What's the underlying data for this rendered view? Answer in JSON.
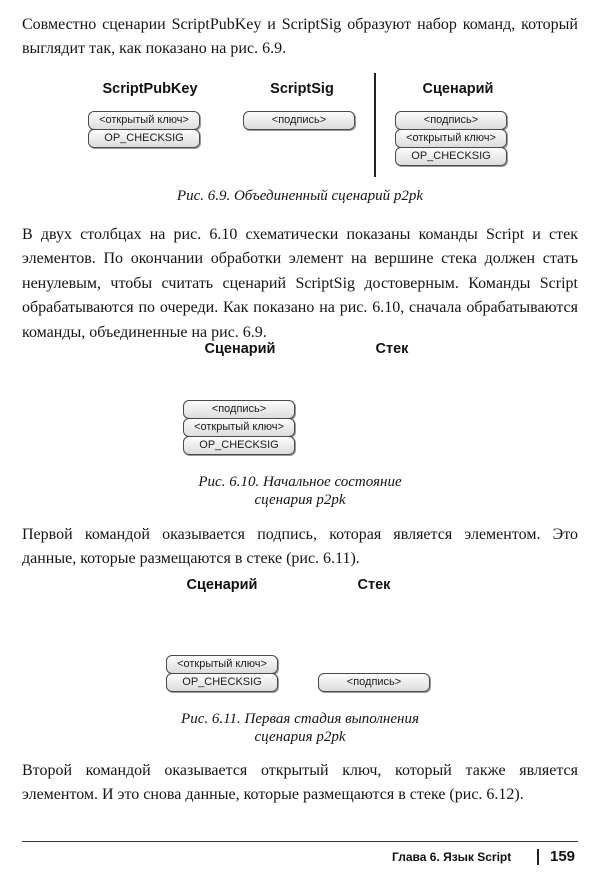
{
  "paragraphs": [
    "Совместно сценарии ScriptPubKey и ScriptSig образуют набор команд, который выглядит так, как показано на рис. 6.9.",
    "В двух столбцах на рис. 6.10 схематически показаны команды Script и стек элементов. По окончании обработки элемент на вершине стека должен стать ненулевым, чтобы считать сценарий ScriptSig достоверным. Команды Script обрабатываются по очереди. Как показано на рис. 6.10, сначала обрабатываются команды, объединенные на рис. 6.9.",
    "Первой командой оказывается подпись, которая является элементом. Это данные, которые размещаются в стеке (рис. 6.11).",
    "Второй командой оказывается открытый ключ, который также является элементом. И это снова данные, которые размещаются в стеке (рис. 6.12)."
  ],
  "figure_6_9": {
    "heading_pubkey": "ScriptPubKey",
    "heading_sig": "ScriptSig",
    "heading_script": "Сценарий",
    "pubkey_items": [
      "<открытый ключ>",
      "OP_CHECKSIG"
    ],
    "sig_items": [
      "<подпись>"
    ],
    "script_items": [
      "<подпись>",
      "<открытый ключ>",
      "OP_CHECKSIG"
    ],
    "caption": "Рис. 6.9. Объединенный сценарий p2pk"
  },
  "figure_6_10": {
    "heading_script": "Сценарий",
    "heading_stack": "Стек",
    "script_items": [
      "<подпись>",
      "<открытый ключ>",
      "OP_CHECKSIG"
    ],
    "caption_line1": "Рис. 6.10. Начальное состояние",
    "caption_line2": "сценария p2pk"
  },
  "figure_6_11": {
    "heading_script": "Сценарий",
    "heading_stack": "Стек",
    "script_items": [
      "<открытый ключ>",
      "OP_CHECKSIG"
    ],
    "stack_items": [
      "<подпись>"
    ],
    "caption_line1": "Рис. 6.11. Первая стадия выполнения",
    "caption_line2": "сценария p2pk"
  },
  "footer": {
    "chapter": "Глава 6. Язык Script",
    "page_number": "159"
  }
}
